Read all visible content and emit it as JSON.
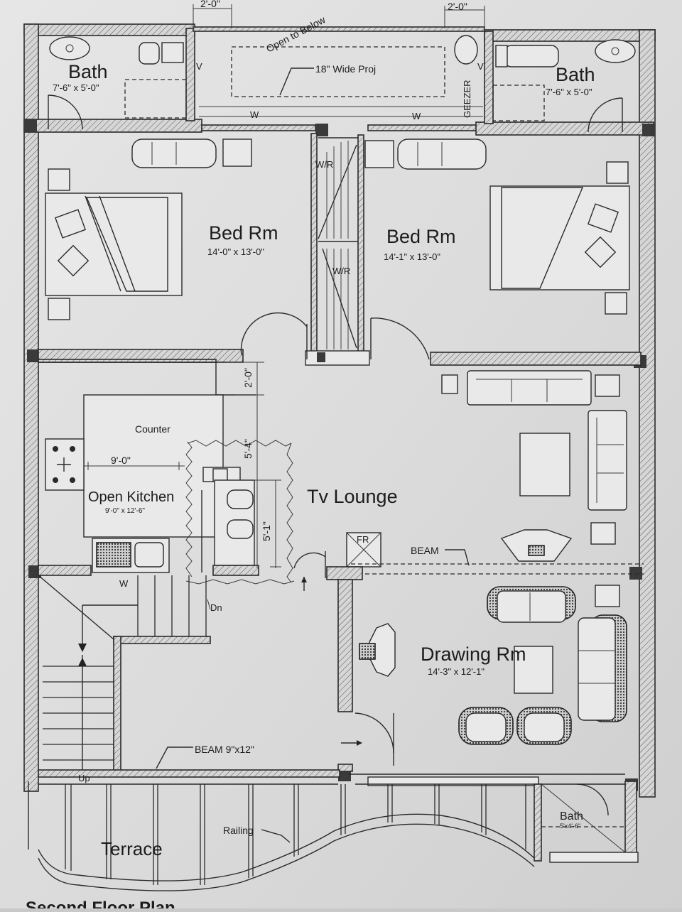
{
  "plan": {
    "top_bath_left": {
      "label": "Bath",
      "dim": "7'-6\" x 5'-0\""
    },
    "top_bath_right": {
      "label": "Bath",
      "dim": "7'-6\" x 5'-0\""
    },
    "open_to_below": "Open to Below",
    "proj": "18\" Wide Proj",
    "dim_2ft_left": "2'-0\"",
    "dim_2ft_right": "2'-0\"",
    "geezer": "GEEZER",
    "v": "V",
    "w": "W",
    "wr": "W/R",
    "bed_left": {
      "label": "Bed Rm",
      "dim": "14'-0\" x 13'-0\""
    },
    "bed_right": {
      "label": "Bed Rm",
      "dim": "14'-1\" x 13'-0\""
    },
    "counter": "Counter",
    "kitchen_width": "9'-0\"",
    "kitchen": {
      "label": "Open Kitchen",
      "dim": "9'-0\" x 12'-6\""
    },
    "v_dim_top": "2'-0\"",
    "v_dim_mid": "5'-4\"",
    "v_dim_bot": "5'-1\"",
    "tv_lounge": "Tv Lounge",
    "fr": "FR",
    "beam": "BEAM",
    "dn": "Dn",
    "up": "Up",
    "drawing": {
      "label": "Drawing Rm",
      "dim": "14'-3\" x 12'-1\""
    },
    "beam2": "BEAM 9\"x12\"",
    "railing": "Railing",
    "terrace": "Terrace",
    "bath_small": {
      "label": "Bath",
      "dim": "5'x4'-6\""
    },
    "caption": "Second Floor Plan"
  }
}
